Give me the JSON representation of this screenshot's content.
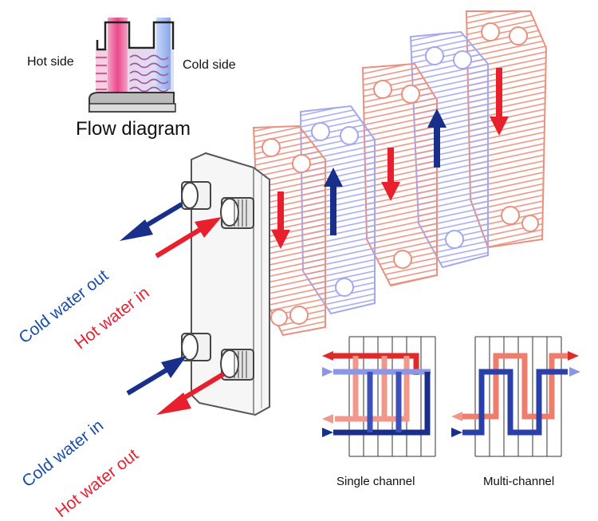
{
  "inset": {
    "hot_side": "Hot side",
    "cold_side": "Cold side",
    "title": "Flow diagram"
  },
  "ports": {
    "cold_water_out": "Cold water out",
    "hot_water_in": "Hot water in",
    "cold_water_in": "Cold water in",
    "hot_water_out": "Hot water out"
  },
  "schemes": {
    "single": "Single channel",
    "multi": "Multi-channel"
  },
  "colors": {
    "hot": "#e8202e",
    "cold": "#1a2f8a",
    "hot_light": "#f08d7f",
    "cold_light": "#8d95e6",
    "label_cold": "#1a4fa8",
    "outline": "#555555"
  }
}
